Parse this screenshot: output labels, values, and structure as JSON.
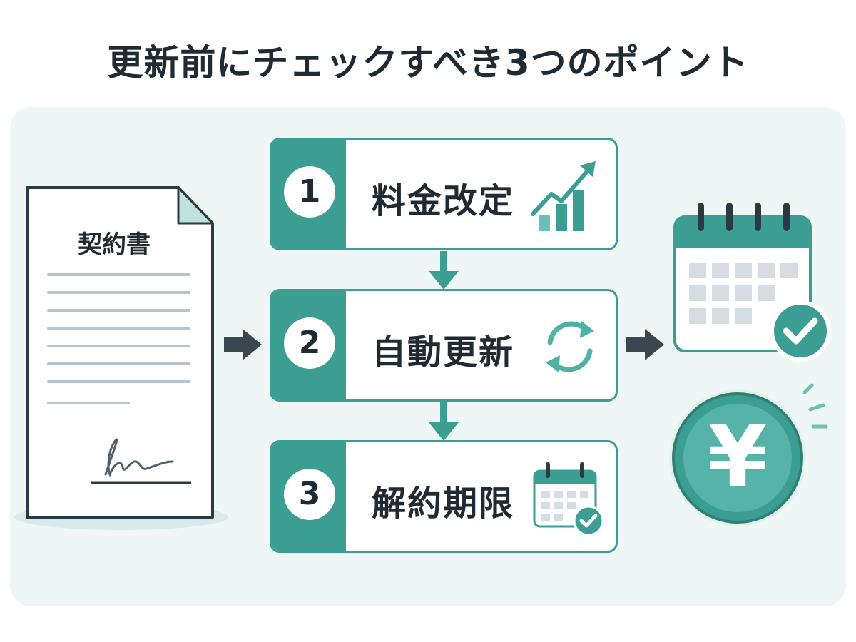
{
  "title": "更新前にチェックすべき3つのポイント",
  "document": {
    "title": "契約書",
    "icon": "contract-document-icon",
    "signature_icon": "signature-icon"
  },
  "steps": [
    {
      "number": "1",
      "label": "料金改定",
      "icon": "rising-bar-chart-icon"
    },
    {
      "number": "2",
      "label": "自動更新",
      "icon": "refresh-cycle-icon"
    },
    {
      "number": "3",
      "label": "解約期限",
      "icon": "calendar-check-icon"
    }
  ],
  "right_icons": [
    "calendar-check-icon",
    "yen-coin-icon"
  ],
  "yen_symbol": "¥",
  "colors": {
    "accent": "#3c9e92",
    "accent_light": "#6cc1b6",
    "text": "#1f2a33",
    "arrow": "#3a4650",
    "panel": "#eef7f6"
  }
}
